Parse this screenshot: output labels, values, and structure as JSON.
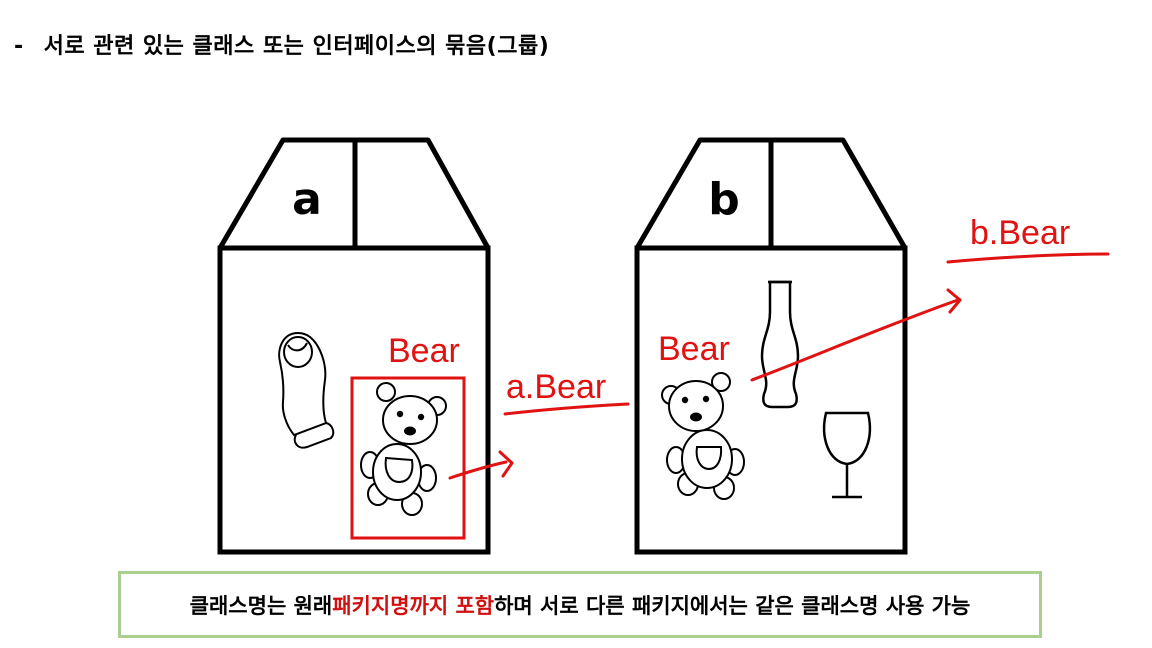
{
  "heading": {
    "bullet": "-",
    "text": "서로 관련 있는 클래스 또는 인터페이스의 묶음(그룹)"
  },
  "package_a": {
    "label": "a",
    "bear_label": "Bear",
    "ref_label": "a.Bear"
  },
  "package_b": {
    "label": "b",
    "bear_label": "Bear",
    "ref_label": "b.Bear"
  },
  "footer": {
    "part1": "클래스명는 원래 ",
    "highlight1": "패키지명까지 포함",
    "part2": "하며 서로 다른 패키지에서는 같은 클래스명 사용 가능"
  },
  "colors": {
    "annotation_red": "#e01212",
    "highlight_red": "#d01010",
    "footer_border": "#a9d08e",
    "outline": "#000000"
  }
}
